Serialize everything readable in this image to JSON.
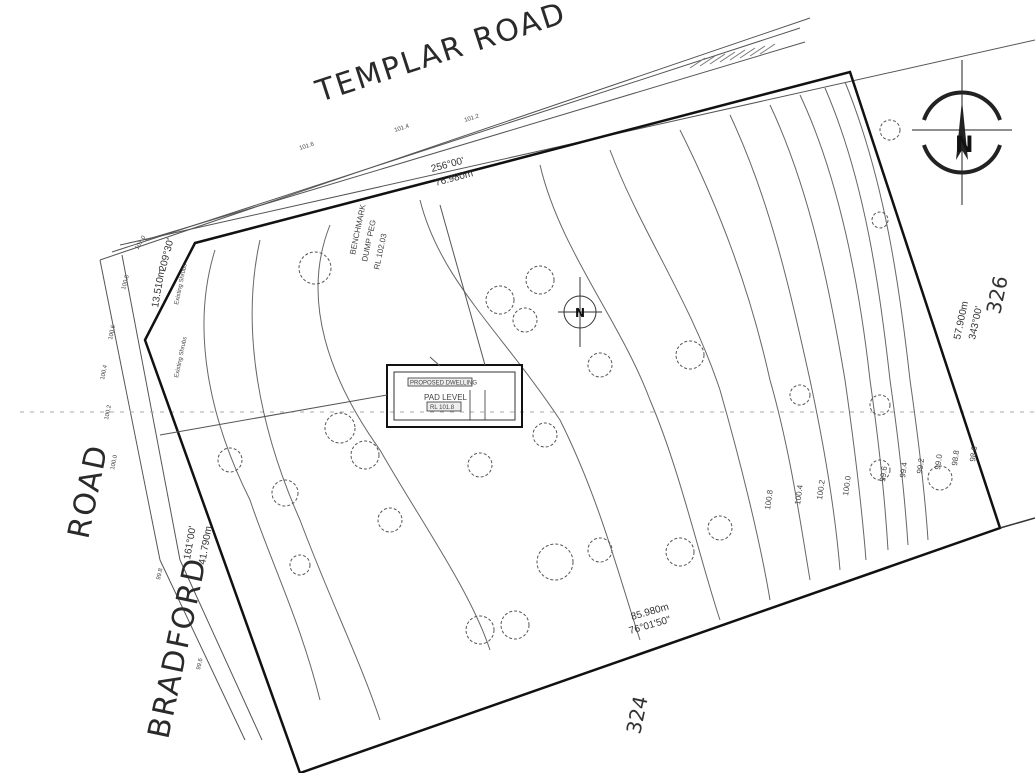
{
  "roads": {
    "templar": "TEMPLAR   ROAD",
    "bradford_1": "ROAD",
    "bradford_2": "BRADFORD"
  },
  "lots": {
    "north_east": "326",
    "south": "324"
  },
  "boundary": {
    "top_bearing": "256°00'",
    "top_length": "76.980m",
    "right_length": "57.900m",
    "right_bearing": "343°00'",
    "bottom_length": "85.980m",
    "bottom_bearing": "76°01'50\"",
    "left_length": "41.790m",
    "left_bearing": "161°00'",
    "corner_length": "13.510m",
    "corner_bearing": "209°30'"
  },
  "benchmark": {
    "line1": "BENCHMARK",
    "line2": "DUMP PEG",
    "line3": "RL 102.03"
  },
  "pad": {
    "title": "PROPOSED DWELLING",
    "level_label": "PAD LEVEL",
    "level_value": "RL 101.8"
  },
  "annotations": {
    "existing_shrubs": "Existing Shrubs",
    "existing_shrubs_2": "Existing Shrubs"
  },
  "north_label": "N",
  "contours_east": [
    "99.6",
    "99.4",
    "99.2",
    "99.0",
    "98.8",
    "98.6"
  ],
  "contours_mid": [
    "100.8",
    "100.4",
    "100.2",
    "100.0"
  ],
  "spot_levels_road": [
    "101.6",
    "101.4",
    "101.2",
    "101.0",
    "100.8",
    "100.6",
    "100.4",
    "100.2",
    "100.0",
    "99.8",
    "99.6"
  ]
}
